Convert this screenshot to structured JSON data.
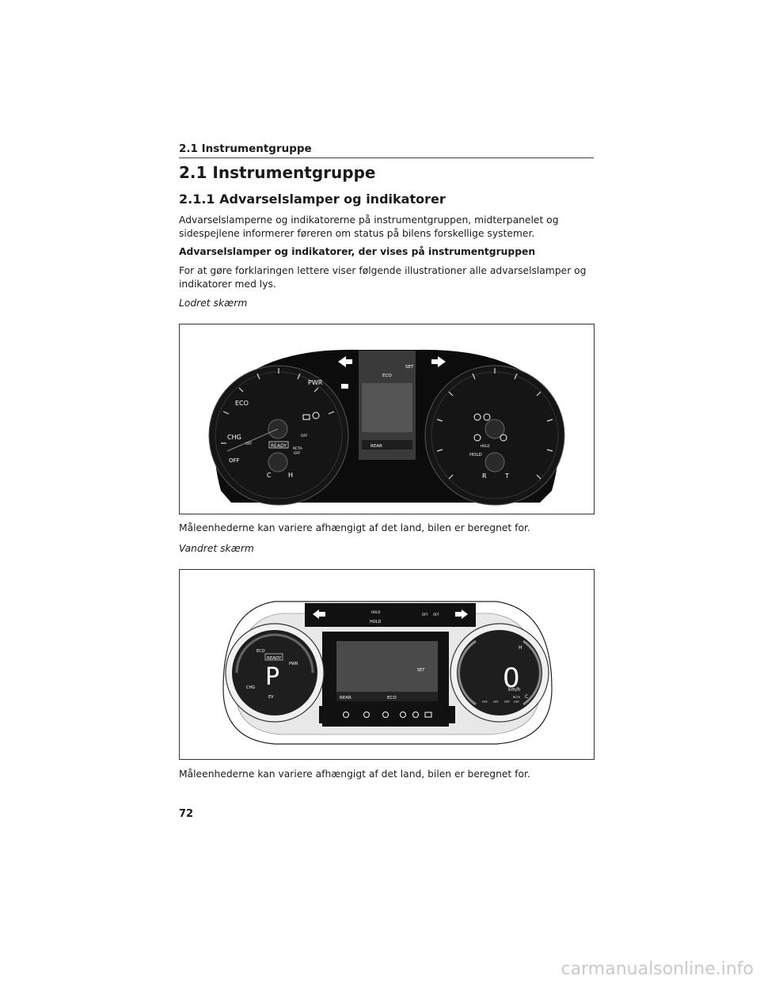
{
  "header": {
    "running_title": "2.1  Instrumentgruppe"
  },
  "section": {
    "h1": "2.1  Instrumentgruppe",
    "h2": "2.1.1  Advarselslamper og indikatorer",
    "intro_line1": "Advarselslamperne og indikatorerne på instrumentgruppen, midterpanelet og",
    "intro_line2": "sidespejlene informerer føreren om status på bilens forskellige systemer.",
    "subheading": "Advarselslamper og indikatorer, der vises på instrumentgruppen",
    "explain_line1": "For at gøre forklaringen lettere viser følgende illustrationer alle advarselslamper og",
    "explain_line2": "indikatorer med lys."
  },
  "figure1": {
    "label": "Lodret skærm",
    "caption": "Måleenhederne kan variere afhængigt af det land, bilen er beregnet for.",
    "left_gauge": {
      "pwr": "PWR",
      "eco": "ECO",
      "chg": "CHG",
      "off": "OFF",
      "ready": "READY",
      "c": "C",
      "h": "H",
      "p_off": "OFF",
      "rcta": "RCTA",
      "rcta_off": "OFF",
      "off_small": "OFF"
    },
    "center": {
      "eco": "ECO",
      "set": "SET",
      "rear": "REAR"
    },
    "right_gauge": {
      "hold": "HOLD",
      "hold_small": "HOLD",
      "r": "R",
      "t": "T"
    }
  },
  "figure2": {
    "label": "Vandret skærm",
    "caption": "Måleenhederne kan variere afhængigt af det land, bilen er beregnet for.",
    "top_strip": {
      "hold1": "HOLD",
      "hold2": "HOLD",
      "off1": "OFF",
      "off2": "OFF"
    },
    "left_dial": {
      "eco": "ECO",
      "ready": "READY",
      "gear": "P",
      "pwr": "PWR",
      "chg": "CHG",
      "ev": "EV"
    },
    "center": {
      "set": "SET",
      "rear": "REAR",
      "eco": "ECO"
    },
    "right_dial": {
      "speed": "0",
      "unit": "km/h",
      "h": "H",
      "c": "C",
      "off1": "OFF",
      "off2": "OFF",
      "off3": "OFF",
      "off4": "OFF",
      "rcta": "RCTA"
    }
  },
  "footer": {
    "page_number": "72",
    "watermark": "carmanualsonline.info"
  },
  "colors": {
    "cluster_black": "#0c0c0c",
    "screen_grey": "#3a3a3a",
    "text": "#1a1a1a"
  }
}
